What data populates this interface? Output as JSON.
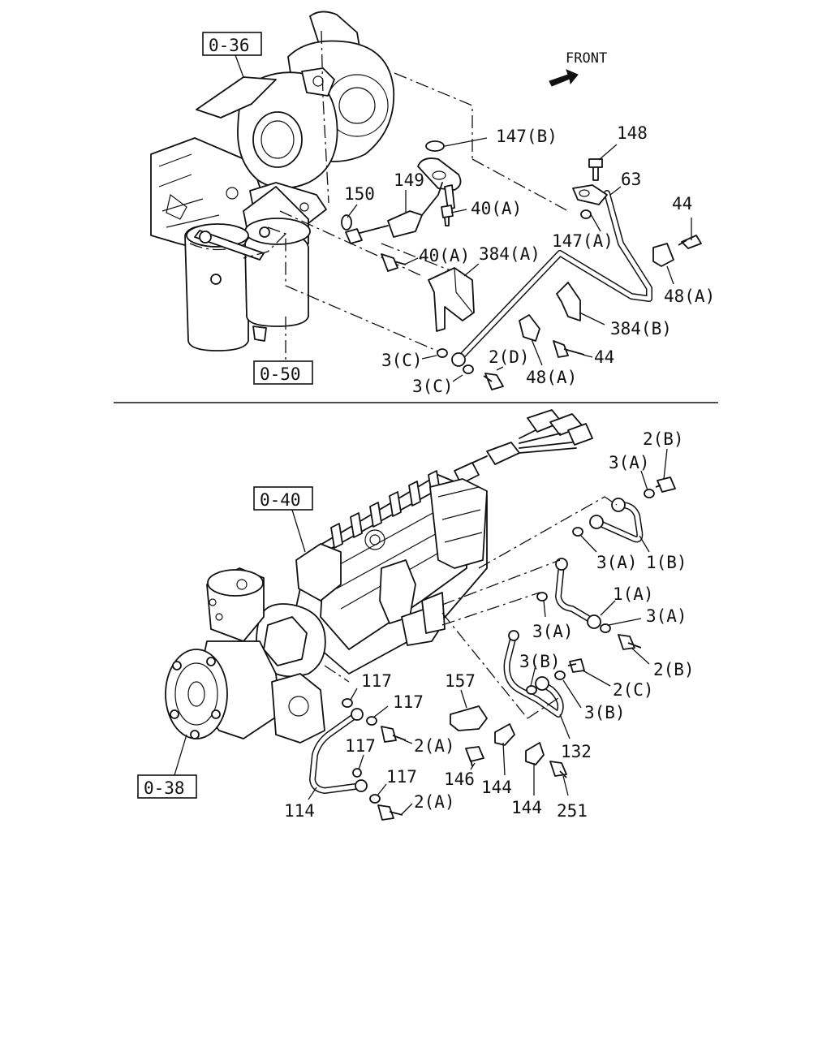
{
  "direction_label": "FRONT",
  "reference_boxes": [
    "0-36",
    "0-50",
    "0-40",
    "0-38"
  ],
  "top_callouts": {
    "c147b": "147(B)",
    "c148": "148",
    "c63": "63",
    "c44a": "44",
    "c150": "150",
    "c149": "149",
    "c40a1": "40(A)",
    "c147a": "147(A)",
    "c40a2": "40(A)",
    "c384a": "384(A)",
    "c48a1": "48(A)",
    "c384b": "384(B)",
    "c3c1": "3(C)",
    "c2d": "2(D)",
    "c44b": "44",
    "c3c2": "3(C)",
    "c48a2": "48(A)"
  },
  "bottom_callouts": {
    "c2b1": "2(B)",
    "c3a1": "3(A)",
    "c3a2": "3(A)",
    "c1b": "1(B)",
    "c1a": "1(A)",
    "c3a3": "3(A)",
    "c3a4": "3(A)",
    "c2b2": "2(B)",
    "c3b1": "3(B)",
    "c2c": "2(C)",
    "c3b2": "3(B)",
    "c157": "157",
    "c117a": "117",
    "c117b": "117",
    "c2a1": "2(A)",
    "c117c": "117",
    "c132": "132",
    "c146": "146",
    "c144a": "144",
    "c117d": "117",
    "c2a2": "2(A)",
    "c114": "114",
    "c144b": "144",
    "c251": "251"
  }
}
